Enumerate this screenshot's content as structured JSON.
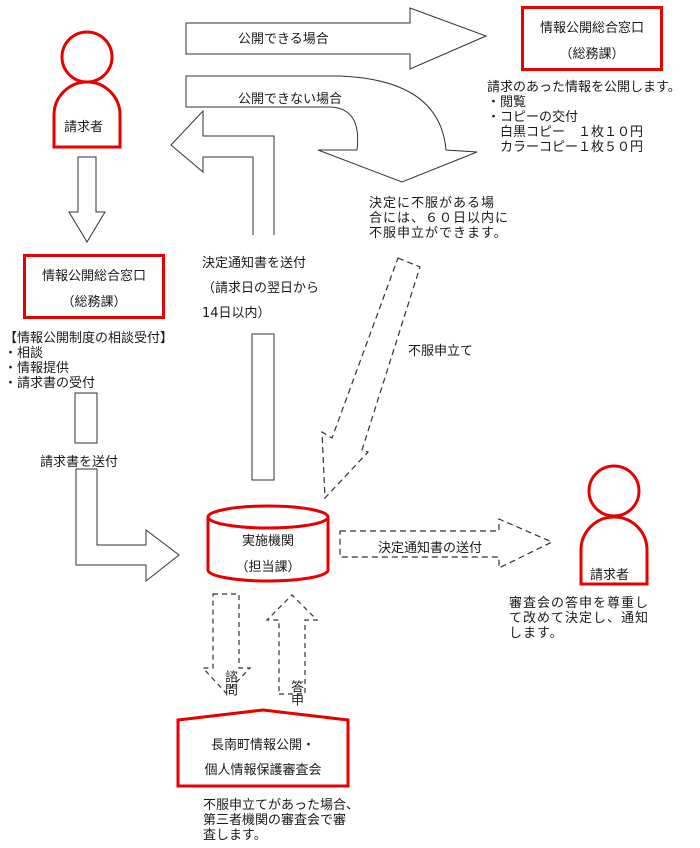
{
  "colors": {
    "accent_red": "#e60000",
    "line": "#333333"
  },
  "requester_top": {
    "label": "請求者"
  },
  "requester_right": {
    "label": "請求者"
  },
  "arrows": {
    "can_disclose": "公開できる場合",
    "cannot_disclose": "公開できない場合",
    "send_decision_notice": [
      "決定通知書を送付",
      "（請求日の翌日から",
      "14日以内）"
    ],
    "send_request": "請求書を送付",
    "objection": "不服申立て",
    "send_decision_notice_final": "決定通知書の送付",
    "inquiry": "諮問",
    "reply": "答申"
  },
  "window_top": {
    "title": "情報公開総合窓口",
    "subtitle": "（総務課）"
  },
  "window_left": {
    "title": "情報公開総合窓口",
    "subtitle": "（総務課）"
  },
  "disclosure_info": {
    "lines": [
      "請求のあった情報を公開します。",
      "・閲覧",
      "・コピーの交付",
      "　白黒コピー　１枚１０円",
      "　カラーコピー１枚５０円"
    ]
  },
  "objection_info": {
    "lines": [
      "決定に不服がある場",
      "合には、６０日以内に",
      "不服申立ができます。"
    ]
  },
  "consultation_info": {
    "lines": [
      "【情報公開制度の相談受付】",
      "・相談",
      "・情報提供",
      "・請求書の受付"
    ]
  },
  "agency": {
    "title": "実施機関",
    "subtitle": "（担当課）"
  },
  "final_decision_info": {
    "lines": [
      "審査会の答申を尊重し",
      "て改めて決定し、通知",
      "します。"
    ]
  },
  "review_board": {
    "line1": "長南町情報公開・",
    "line2": "個人情報保護審査会"
  },
  "review_info": {
    "lines": [
      "不服申立てがあった場合、",
      "第三者機関の審査会で審",
      "査します。"
    ]
  }
}
